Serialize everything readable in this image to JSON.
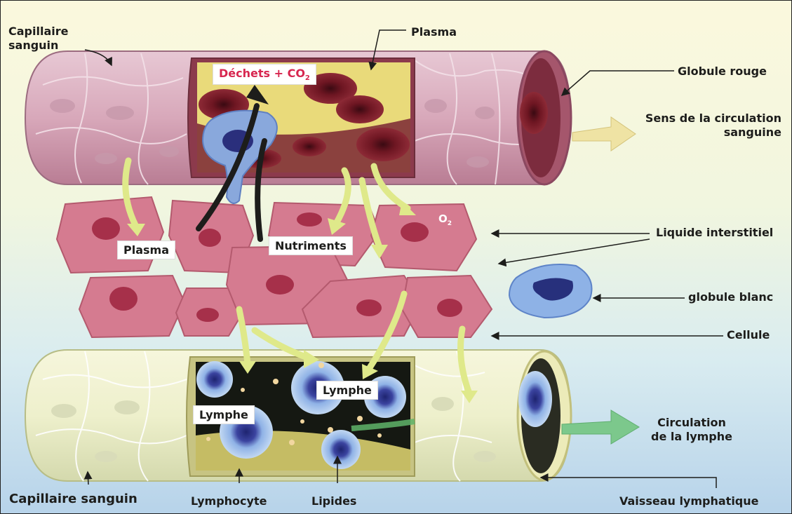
{
  "labels": {
    "capillaire_sanguin_top": "Capillaire sanguin",
    "plasma_top": "Plasma",
    "globule_rouge": "Globule rouge",
    "sens_circulation_line1": "Sens de la circulation",
    "sens_circulation_line2": "sanguine",
    "dechets_co2": "Déchets + CO",
    "co2_subscript": "2",
    "plasma_box": "Plasma",
    "nutriments_box": "Nutriments",
    "o2": "O",
    "o2_subscript": "2",
    "liquide_interstitiel": "Liquide interstitiel",
    "globule_blanc": "globule blanc",
    "cellule": "Cellule",
    "lymphe_right": "Lymphe",
    "lymphe_left": "Lymphe",
    "circulation_lymphe_line1": "Circulation",
    "circulation_lymphe_line2": "de la lymphe",
    "capillaire_sanguin_bottom": "Capillaire sanguin",
    "lymphocyte": "Lymphocyte",
    "lipides": "Lipides",
    "vaisseau_lymphatique": "Vaisseau lymphatique"
  },
  "colors": {
    "capillary_pink": "#d9a7b9",
    "red_cell": "#7a1c27",
    "plasma_yellow": "#ecdd7e",
    "tissue_cell": "#d0677f",
    "nucleus": "#a32e46",
    "lymph_vessel": "#eeefce",
    "lymphocyte_blue": "#6a8fd0",
    "arrow_green": "#dfe98a",
    "accent_red": "#d7264f"
  }
}
